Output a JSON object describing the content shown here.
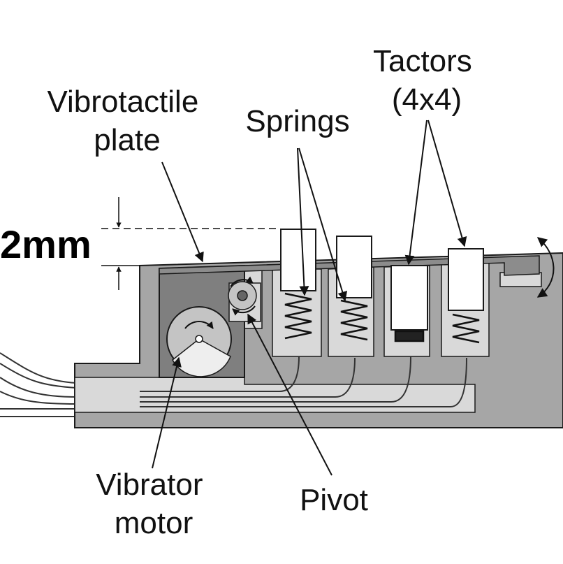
{
  "labels": {
    "vibrotactile_plate": [
      "Vibrotactile",
      "plate"
    ],
    "springs": "Springs",
    "tactors": [
      "Tactors",
      "(4x4)"
    ],
    "dimension": "2mm",
    "vibrator_motor": [
      "Vibrator",
      "motor"
    ],
    "pivot": "Pivot"
  },
  "colors": {
    "housing": "#a6a6a6",
    "channel": "#d9d9d9",
    "plate": "#7f7f7f",
    "motor": "#c4c4c4",
    "outline": "#1a1a1a"
  }
}
